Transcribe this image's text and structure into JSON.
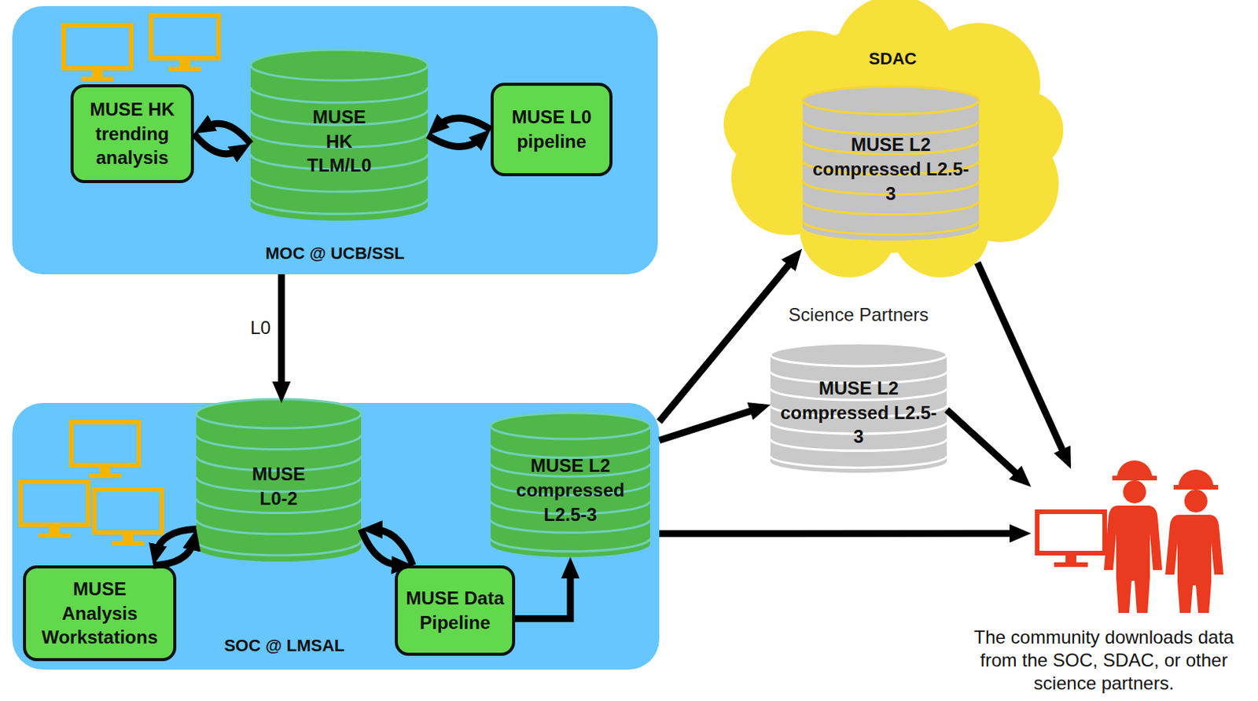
{
  "diagram": {
    "nodes": [
      {
        "text": [
          "MOC @ UCB/SSL"
        ]
      },
      {
        "text": [
          "MUSE HK trending analysis"
        ],
        "in": 0
      },
      {
        "text": [
          "MUSE HK TLM/L0"
        ],
        "in": 0
      },
      {
        "text": [
          "MUSE L0 pipeline"
        ],
        "in": 0
      },
      {
        "text": [
          "SDAC"
        ]
      },
      {
        "text": [
          "MUSE L2 compressed L2.5-3"
        ],
        "in": 4
      },
      {
        "text": [
          "Science Partners",
          "MUSE L2 compressed L2.5-3"
        ]
      },
      {
        "text": [
          "SOC @ LMSAL"
        ]
      },
      {
        "text": [
          "MUSE L0-2"
        ],
        "in": 7
      },
      {
        "text": [
          "MUSE L2 compressed L2.5-3"
        ],
        "in": 7
      },
      {
        "text": [
          "MUSE Analysis Workstations"
        ],
        "in": 7
      },
      {
        "text": [
          "MUSE Data Pipeline"
        ],
        "in": 7
      },
      {
        "text": [
          "The community downloads data from the SOC, SDAC, or other science partners."
        ]
      }
    ],
    "edges": [
      {
        "from": 0,
        "to": 7,
        "label": "L0",
        "arrow": "to"
      },
      {
        "from": 1,
        "to": 2,
        "arrow": "both"
      },
      {
        "from": 3,
        "to": 2,
        "arrow": "both"
      },
      {
        "from": 10,
        "to": 8,
        "arrow": "both"
      },
      {
        "from": 11,
        "to": 8,
        "arrow": "both"
      },
      {
        "from": 11,
        "to": 9,
        "arrow": "to"
      },
      {
        "from": 7,
        "to": 4,
        "arrow": "to"
      },
      {
        "from": 7,
        "to": 6,
        "arrow": "to"
      },
      {
        "from": 7,
        "to": 12,
        "arrow": "to"
      },
      {
        "from": 4,
        "to": 12,
        "arrow": "to"
      },
      {
        "from": 6,
        "to": 12,
        "arrow": "to"
      }
    ]
  }
}
